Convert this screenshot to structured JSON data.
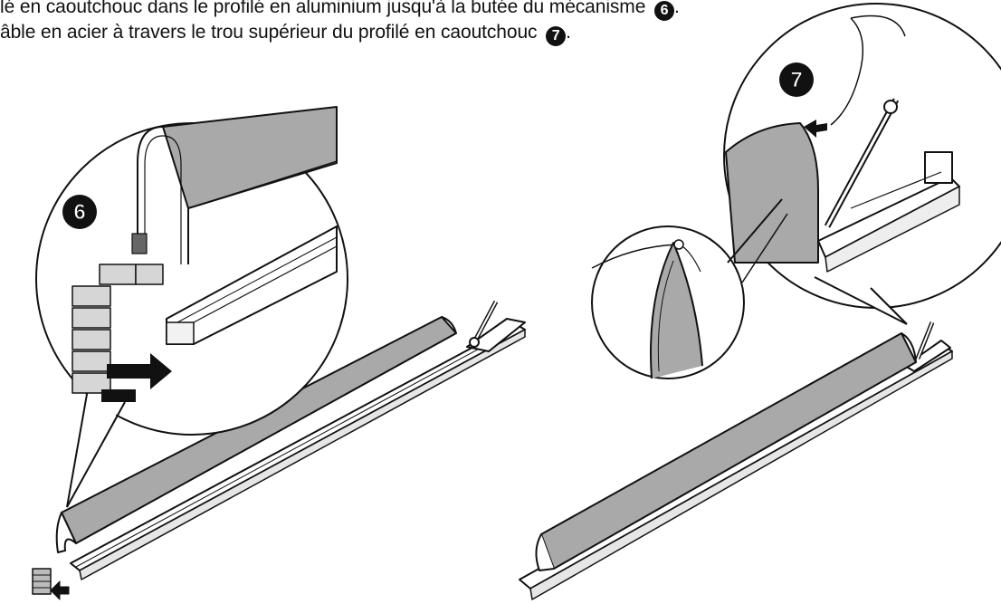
{
  "instructions": {
    "line1": "lé en caoutchouc dans le profilé en aluminium jusqu'à la butée du mécanisme",
    "line1_badge": "6",
    "line1_end": ".",
    "line2": "âble en acier à travers le trou supérieur du profilé en caoutchouc",
    "line2_badge": "7",
    "line2_end": "."
  },
  "callouts": {
    "step6": "6",
    "step7": "7"
  },
  "colors": {
    "rubber": "#a9a9a9",
    "rubber_light": "#c8c8c8",
    "ink": "#111111",
    "aluminium": "#ffffff"
  }
}
